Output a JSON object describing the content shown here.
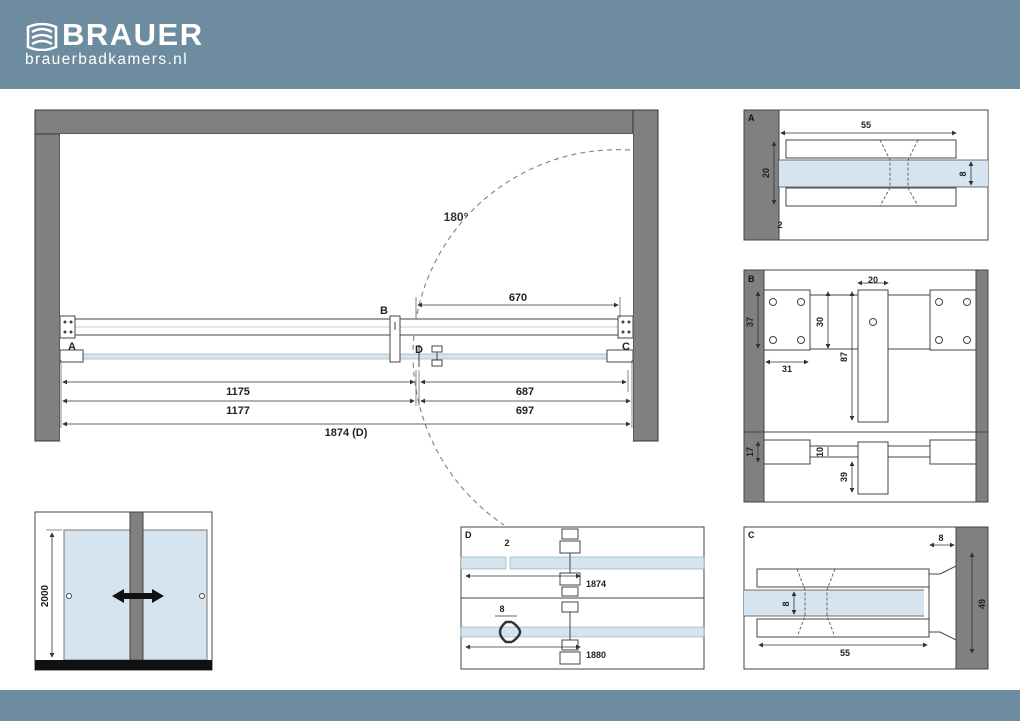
{
  "brand": {
    "name": "BRAUER",
    "url": "brauerbadkamers.nl"
  },
  "colors": {
    "header": "#6d8ca0",
    "wall": "#808080",
    "glass": "#d6e4f0",
    "line": "#333333"
  },
  "plan": {
    "angle": "180°",
    "points": {
      "a": "A",
      "b": "B",
      "c": "C",
      "d": "D"
    },
    "dims": {
      "d670": "670",
      "d1175": "1175",
      "d687": "687",
      "d1177": "1177",
      "d697": "697",
      "d1874": "1874 (D)"
    }
  },
  "front": {
    "height": "2000"
  },
  "detail_a": {
    "label": "A",
    "d55": "55",
    "d20": "20",
    "d8": "8",
    "d2": "2"
  },
  "detail_b": {
    "label": "B",
    "d20": "20",
    "d37": "37",
    "d30": "30",
    "d87": "87",
    "d31": "31",
    "d17": "17",
    "d10": "10",
    "d39": "39"
  },
  "detail_c": {
    "label": "C",
    "d8": "8",
    "d49": "49",
    "d55": "55"
  },
  "detail_d": {
    "label": "D",
    "d2": "2",
    "d1874": "1874",
    "d8": "8",
    "d1880": "1880"
  }
}
